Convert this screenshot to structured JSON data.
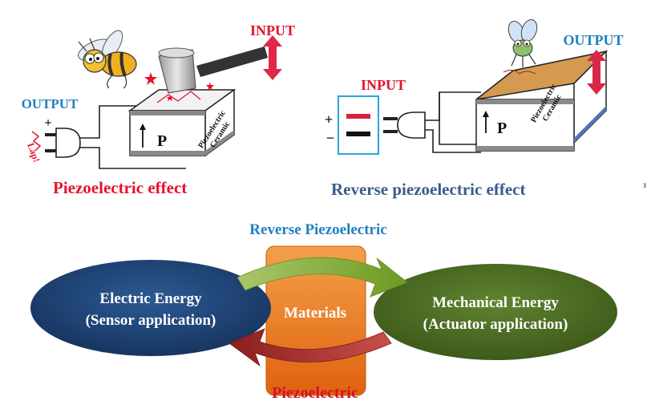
{
  "left_panel": {
    "input_label": "INPUT",
    "output_label": "OUTPUT",
    "plus_sign": "+",
    "minus_sign": "−",
    "polarization_label": "P",
    "material_label_line1": "Piezoelectric",
    "material_label_line2": "Ceramic",
    "spark_text": "Lap!",
    "caption_part1": "Piezoelectric",
    "caption_part2": "effect"
  },
  "right_panel": {
    "input_label": "INPUT",
    "output_label": "OUTPUT",
    "plus_sign": "+",
    "minus_sign": "−",
    "polarization_label": "P",
    "material_label_line1": "Piezoelectric",
    "material_label_line2": "Ceramic",
    "caption": "Reverse piezoelectric effect"
  },
  "cycle": {
    "top_label": "Reverse Piezoelectric",
    "bottom_label": "Piezoelectric",
    "center_label": "Materials",
    "left_line1": "Electric Energy",
    "left_line2": "(Sensor application)",
    "right_line1": "Mechanical Energy",
    "right_line2": "(Actuator application)"
  },
  "colors": {
    "red": "#e8102a",
    "blue_label": "#1f7fc0",
    "caption_blue": "#3a5a8c",
    "ellipse_blue": "#1e3f6e",
    "ellipse_green": "#4a6a22",
    "box_orange": "#e8781e",
    "arrow_green": "#8db63a",
    "arrow_red": "#a32a2a",
    "ceramic_gold": "#d4a05a"
  },
  "page_number": "3"
}
